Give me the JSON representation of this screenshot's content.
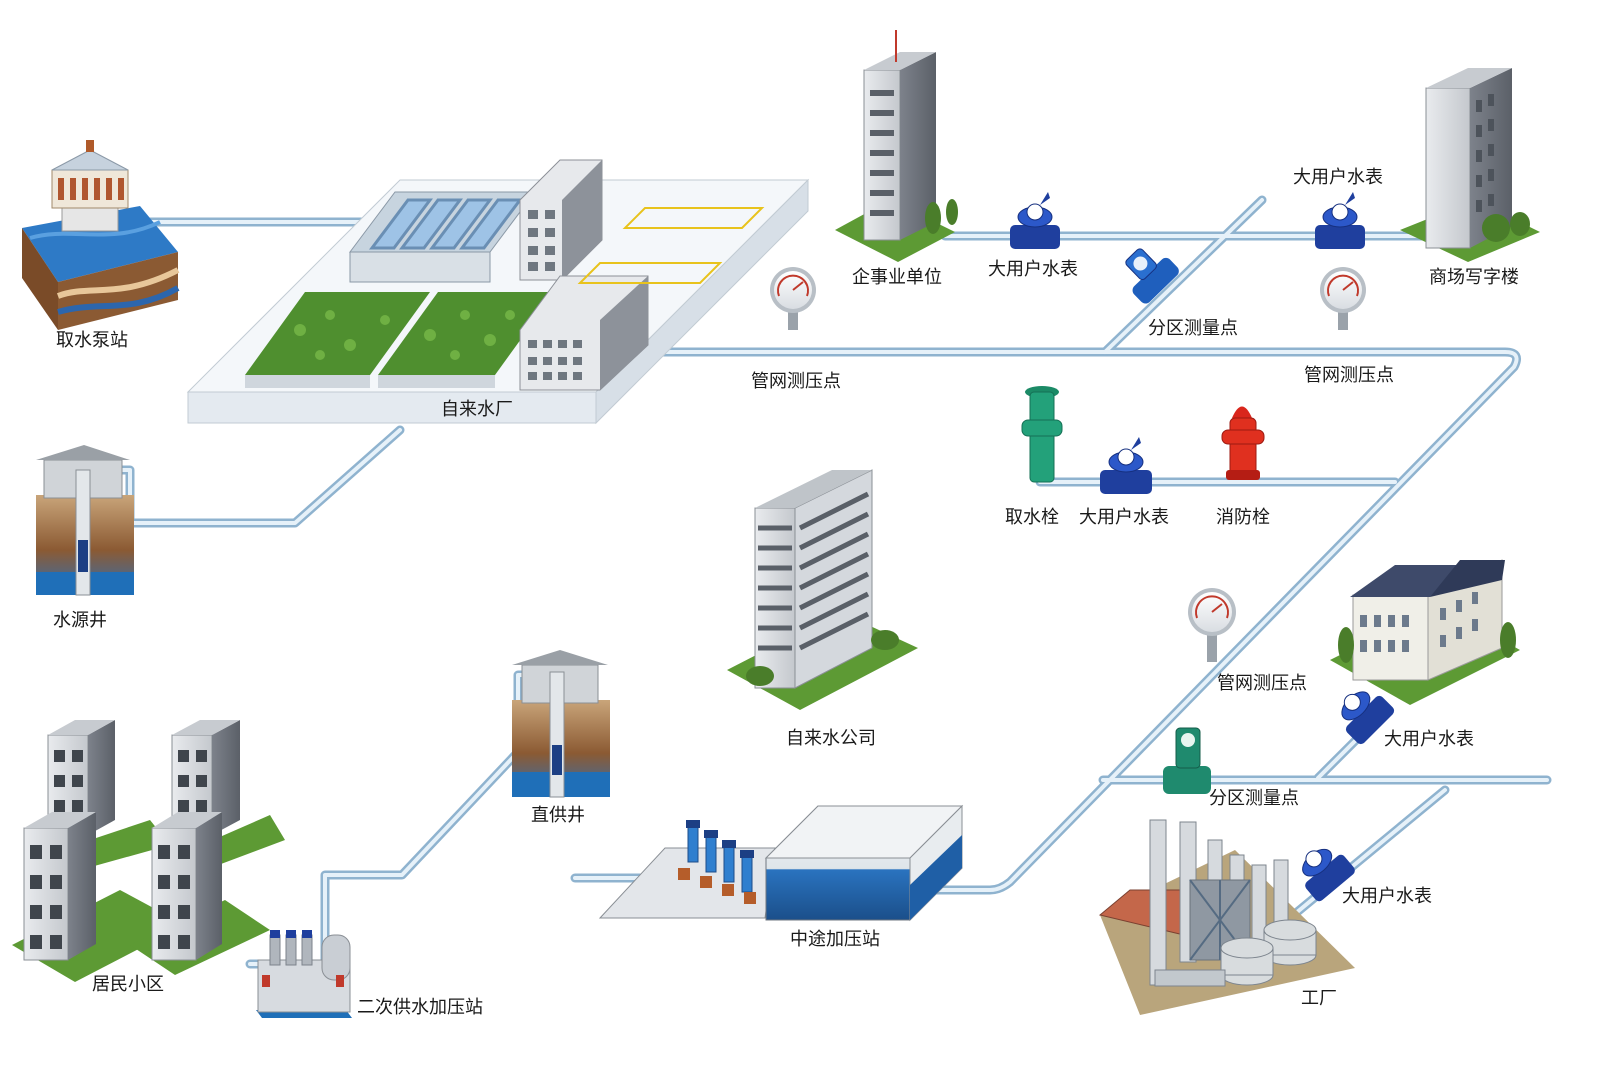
{
  "labels": {
    "intake_pump": "取水泵站",
    "water_plant": "自来水厂",
    "source_well": "水源井",
    "enterprise": "企事业单位",
    "meter_1": "大用户水表",
    "partition_1": "分区测量点",
    "meter_2": "大用户水表",
    "office": "商场写字楼",
    "pressure_1": "管网测压点",
    "pressure_2": "管网测压点",
    "hydrant_green": "取水栓",
    "meter_3": "大用户水表",
    "hydrant_red": "消防栓",
    "company": "自来水公司",
    "pressure_3": "管网测压点",
    "meter_4": "大用户水表",
    "partition_2": "分区测量点",
    "direct_well": "直供井",
    "meter_5": "大用户水表",
    "residential": "居民小区",
    "midway_station": "中途加压站",
    "factory": "工厂",
    "secondary_station": "二次供水加压站"
  },
  "colors": {
    "pipe_outer": "#8fb3cf",
    "pipe_inner": "#e6f1f9",
    "meter_blue": "#1f3f9e",
    "flow_green": "#1f8a6e",
    "hydrant_red": "#d9261c",
    "hydrant_green": "#23a17a",
    "grass": "#5d9a34",
    "building_gray": "#9a9ea6",
    "water_blue": "#1f6fb8"
  }
}
